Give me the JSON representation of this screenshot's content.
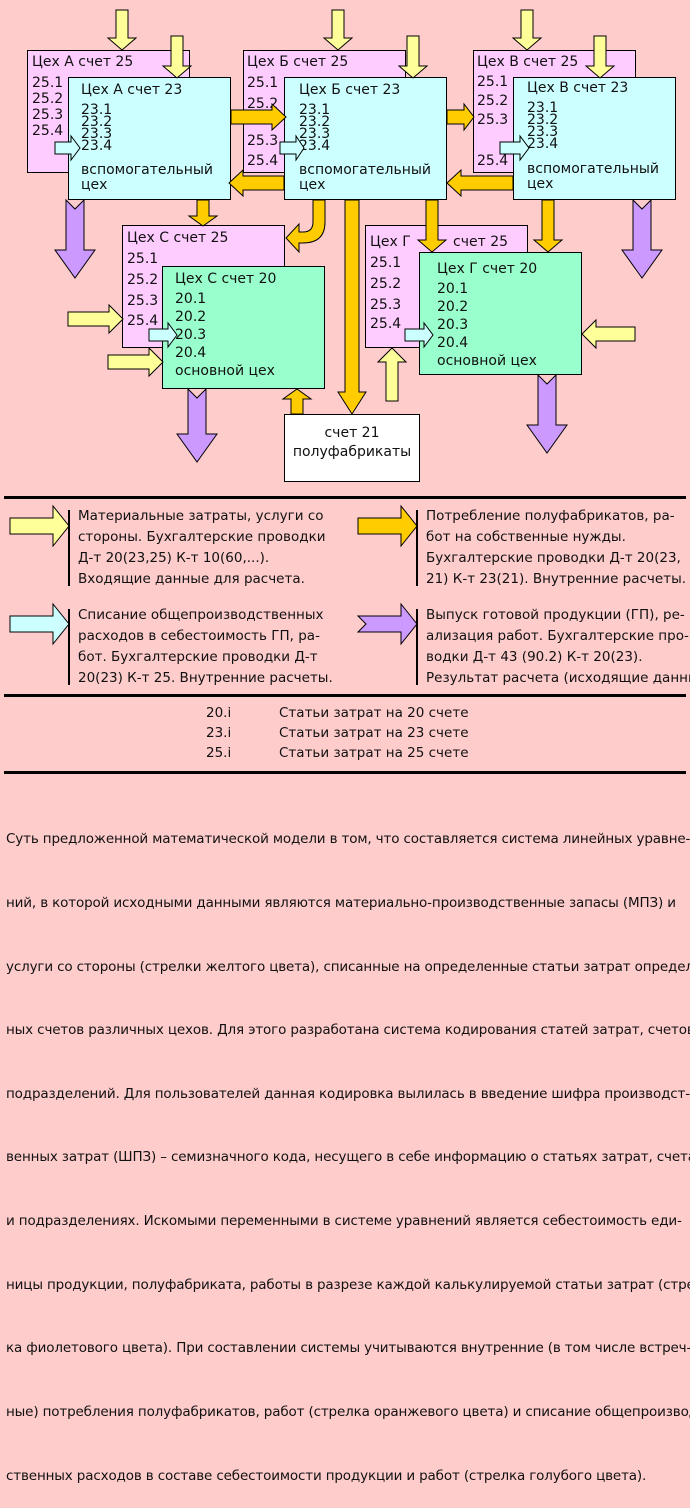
{
  "colors": {
    "background": "#ffcccc",
    "account25": "#ffccff",
    "account23": "#ccffff",
    "account20": "#99ffcc",
    "arrow_yellow": "#ffff99",
    "arrow_orange": "#ffcc00",
    "arrow_cyan": "#ccffff",
    "arrow_purple": "#cc99ff"
  },
  "workshops": {
    "a25": {
      "title": "Цех А счет 25",
      "items": [
        "25.1",
        "25.2",
        "25.3",
        "25.4"
      ]
    },
    "a23": {
      "title": "Цех А счет 23",
      "items": [
        "23.1",
        "23.2",
        "23.3",
        "23.4"
      ],
      "type": "вспомогательный",
      "type2": "цех"
    },
    "b25": {
      "title": "Цех Б счет 25",
      "items": [
        "25.1",
        "25.2",
        "25.3",
        "25.4"
      ]
    },
    "b23": {
      "title": "Цех Б счет 23",
      "items": [
        "23.1",
        "23.2",
        "23.3",
        "23.4"
      ],
      "type": "вспомогательный",
      "type2": "цех"
    },
    "v25": {
      "title": "Цех В счет 25",
      "items": [
        "25.1",
        "25.2",
        "25.3",
        "25.4"
      ]
    },
    "v23": {
      "title": "Цех В счет 23",
      "items": [
        "23.1",
        "23.2",
        "23.3",
        "23.4"
      ],
      "type": "вспомогательный",
      "type2": "цех"
    },
    "c25": {
      "title": "Цех С счет 25",
      "items": [
        "25.1",
        "25.2",
        "25.3",
        "25.4"
      ]
    },
    "c20": {
      "title": "Цех С счет 20",
      "items": [
        "20.1",
        "20.2",
        "20.3",
        "20.4"
      ],
      "type": "основной цех"
    },
    "g25": {
      "title_a": "Цех Г",
      "title_b": "счет 25",
      "items": [
        "25.1",
        "25.2",
        "25.3",
        "25.4"
      ]
    },
    "g20": {
      "title": "Цех Г счет 20",
      "items": [
        "20.1",
        "20.2",
        "20.3",
        "20.4"
      ],
      "type": "основной цех"
    },
    "s21": {
      "line1": "счет 21",
      "line2": "полуфабрикаты"
    }
  },
  "legend": [
    {
      "color": "yellow",
      "lines": [
        "Материальные затраты, услуги со",
        "стороны. Бухгалтерские проводки",
        "Д-т 20(23,25) К-т 10(60,...).",
        "Входящие данные для расчета."
      ]
    },
    {
      "color": "orange",
      "lines": [
        "Потребление полуфабрикатов, ра-",
        "бот на собственные нужды.",
        "Бухгалтерские проводки Д-т 20(23,",
        "21) К-т 23(21). Внутренние расчеты."
      ]
    },
    {
      "color": "cyan",
      "lines": [
        "Списание общепроизводственных",
        "расходов в себестоимость ГП, ра-",
        "бот. Бухгалтерские проводки Д-т",
        "20(23) К-т 25. Внутренние расчеты."
      ]
    },
    {
      "color": "purple",
      "lines": [
        "Выпуск готовой продукции (ГП), ре-",
        "ализация работ. Бухгалтерские про-",
        "водки Д-т 43 (90.2) К-т 20(23).",
        "Результат расчета (исходящие данные)."
      ]
    }
  ],
  "codes": [
    {
      "code": "20.i",
      "desc": "Статьи затрат на 20 счете"
    },
    {
      "code": "23.i",
      "desc": "Статьи затрат на 23 счете"
    },
    {
      "code": "25.i",
      "desc": "Статьи затрат на 25 счете"
    }
  ],
  "paragraph": [
    "Суть предложенной математической модели в том, что составляется система линейных уравне-",
    "ний, в которой исходными данными являются материально-производственные запасы (МПЗ) и",
    "услуги со стороны (стрелки желтого цвета), списанные на определенные статьи затрат определен-",
    "ных счетов различных цехов. Для этого разработана система кодирования статей затрат, счетов и",
    "подразделений. Для пользователей данная кодировка вылилась в введение шифра производст-",
    "венных затрат (ШПЗ) – семизначного кода, несущего в себе информацию о статьях затрат, счетах",
    "и подразделениях. Искомыми переменными в системе уравнений является себестоимость еди-",
    "ницы продукции, полуфабриката, работы в разрезе каждой калькулируемой статьи затрат (стрел-",
    "ка фиолетового цвета). При составлении системы учитываются внутренние (в том числе встреч-",
    "ные) потребления полуфабрикатов, работ (стрелка оранжевого цвета) и списание общепроизвод-",
    "ственных расходов в составе себестоимости продукции и работ (стрелка голубого цвета)."
  ]
}
